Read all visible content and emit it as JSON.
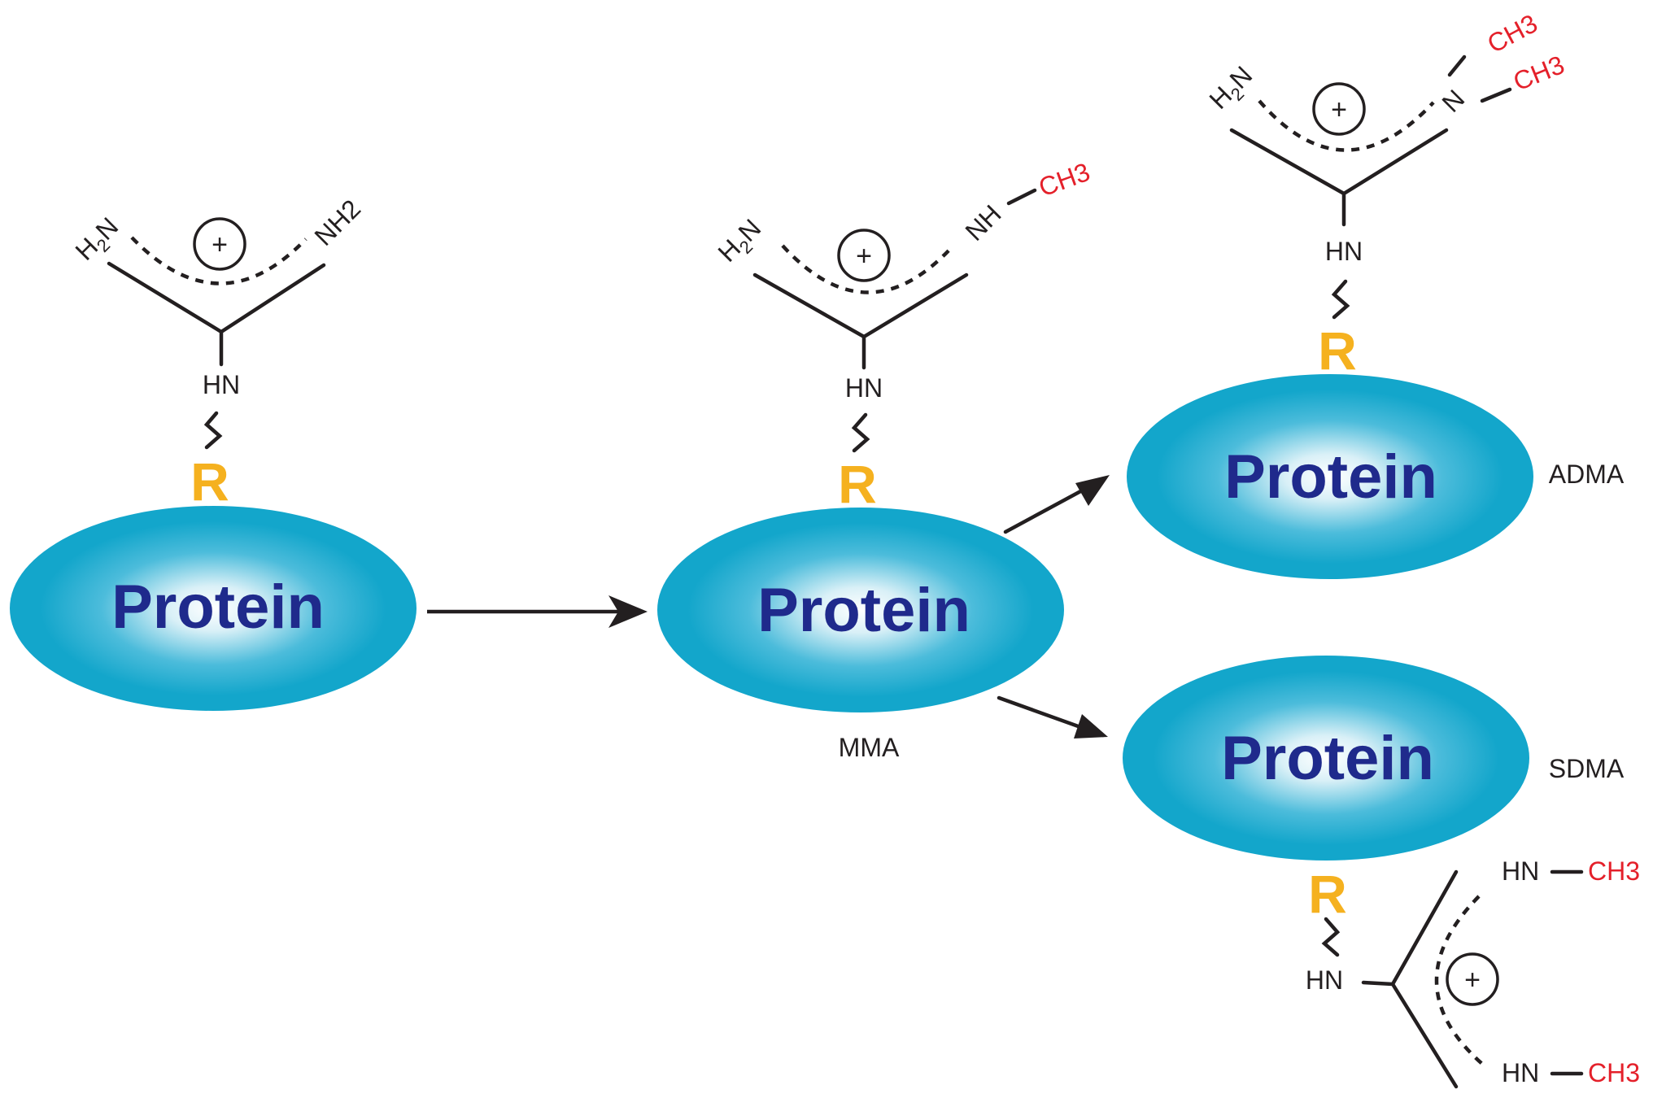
{
  "proteins": {
    "unmodified": {
      "label": "Protein"
    },
    "mma": {
      "label": "Protein",
      "state_label": "MMA"
    },
    "adma": {
      "label": "Protein",
      "state_label": "ADMA"
    },
    "sdma": {
      "label": "Protein",
      "state_label": "SDMA"
    }
  },
  "residue_label": "R",
  "charge_symbol": "+",
  "groups": {
    "unmodified": {
      "left": "H",
      "left_sub": "2",
      "left_end": "N",
      "right": "NH2",
      "stem": "HN"
    },
    "mma": {
      "left": "H",
      "left_sub": "2",
      "left_end": "N",
      "right": "NH",
      "right_methyl": "CH3",
      "stem": "HN"
    },
    "adma": {
      "left": "H",
      "left_sub": "2",
      "left_end": "N",
      "right": "N",
      "methyl_1": "CH3",
      "methyl_2": "CH3",
      "stem": "HN"
    },
    "sdma": {
      "stem": "HN",
      "upper": "HN",
      "upper_methyl": "CH3",
      "lower": "HN",
      "lower_methyl": "CH3"
    }
  },
  "colors": {
    "protein_fill": "#13a6cb",
    "protein_highlight": "#ffffff",
    "protein_text": "#1f2a8c",
    "residue": "#f5b11f",
    "methyl": "#e4202a",
    "bond": "#231f20"
  }
}
